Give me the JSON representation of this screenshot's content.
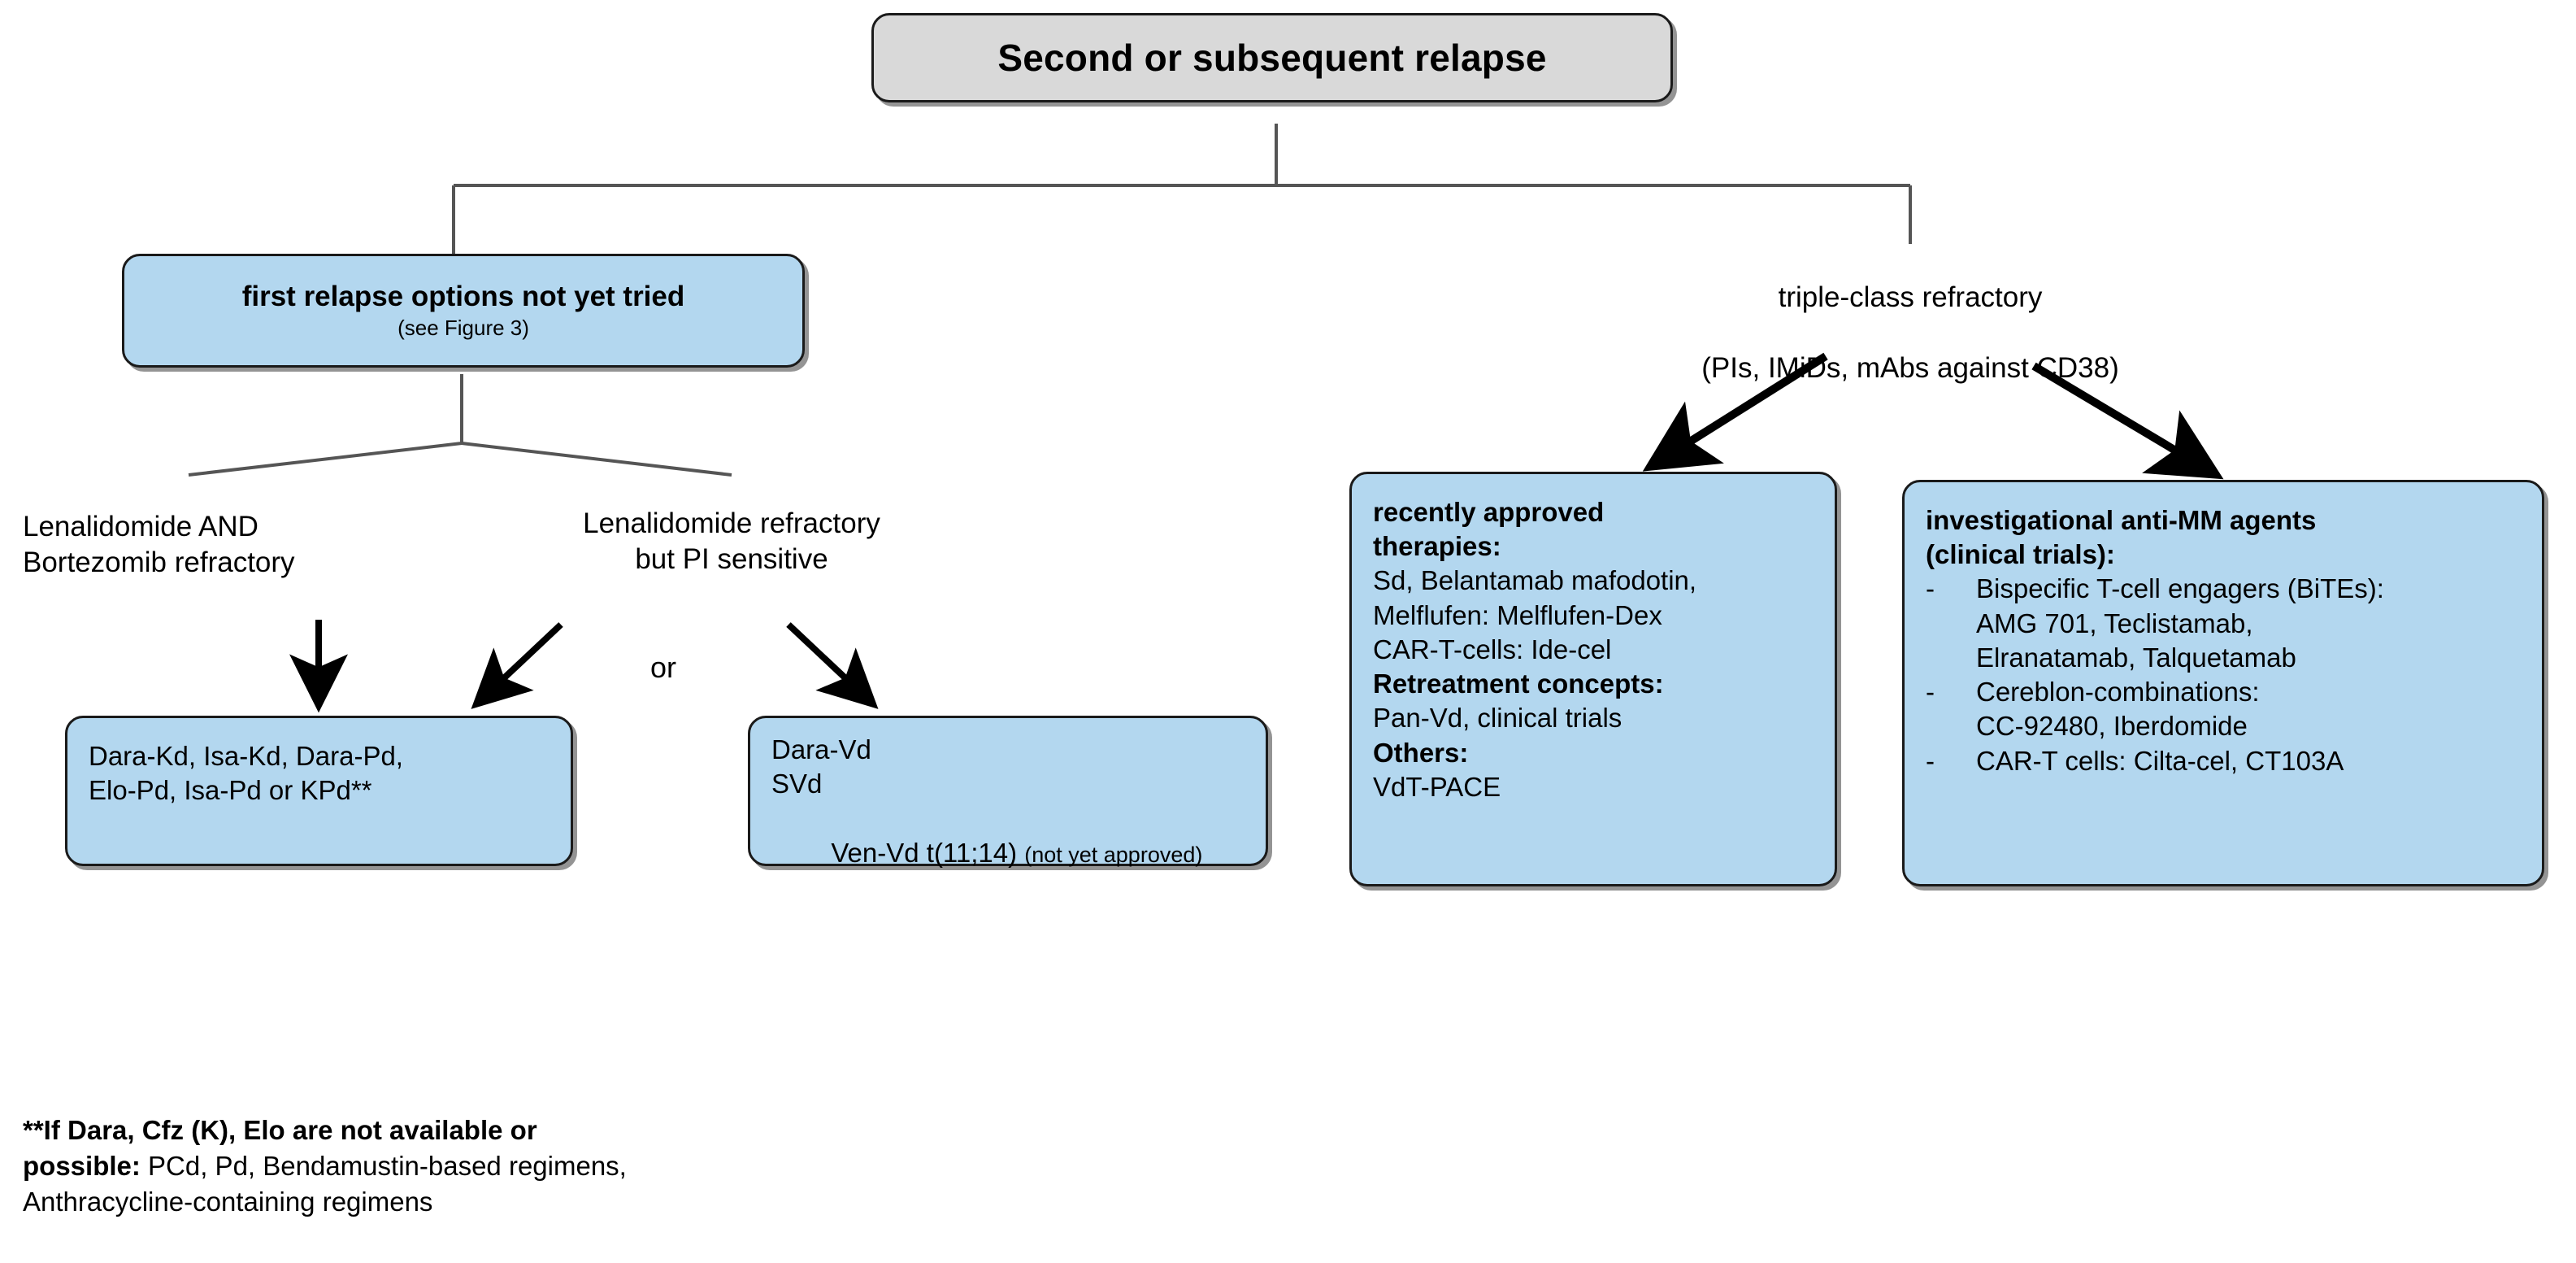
{
  "figure": {
    "title_node": "Second or subsequent relapse",
    "branches": {
      "left": {
        "heading": "first relapse options not yet tried",
        "subtext": "(see Figure 3)"
      },
      "right": {
        "line1": "triple-class refractory",
        "line2": "(PIs, IMiDs, mAbs against CD38)"
      }
    },
    "left_conditions": {
      "condition_a": "Lenalidomide AND\nBortezomib refractory",
      "condition_b": "Lenalidomide refractory\nbut PI sensitive",
      "or_connector": "or"
    },
    "left_outcome_boxes": [
      {
        "name": "dara-kd-options",
        "lines": [
          "Dara-Kd, Isa-Kd, Dara-Pd,",
          "Elo-Pd, Isa-Pd or KPd**"
        ]
      },
      {
        "name": "dara-vd-options",
        "lines": [
          "Dara-Vd",
          "SVd"
        ],
        "last_line_main": "Ven-Vd t(11;14) ",
        "last_line_note": "(not yet approved)"
      }
    ],
    "right_outcome_boxes": {
      "recently_approved": {
        "heading_line1": "recently approved",
        "heading_line2": "therapies:",
        "items": [
          "Sd, Belantamab mafodotin,",
          "Melflufen: Melflufen-Dex",
          "CAR-T-cells: Ide-cel"
        ],
        "subheading_retreatment": "Retreatment concepts:",
        "retreatment_items": [
          "Pan-Vd, clinical trials"
        ],
        "subheading_others": "Others:",
        "others_items": [
          "VdT-PACE"
        ]
      },
      "investigational": {
        "heading_line1": "investigational anti-MM agents",
        "heading_line2": "(clinical trials):",
        "bullets": [
          {
            "marker": "-",
            "text": "Bispecific T-cell engagers (BiTEs):\nAMG 701, Teclistamab,\nElranatamab, Talquetamab"
          },
          {
            "marker": "-",
            "text": "Cereblon-combinations:\nCC-92480, Iberdomide"
          },
          {
            "marker": "-",
            "text": "CAR-T cells: Cilta-cel, CT103A"
          }
        ]
      }
    },
    "footnote": {
      "bold_part": "**If Dara, Cfz (K), Elo are not available or\npossible:",
      "rest_line1": " PCd, Pd, Bendamustin-based regimens,",
      "rest_line2": "Anthracycline-containing regimens"
    },
    "colors": {
      "title_fill": "#d9d9d9",
      "node_fill": "#b3d7ef",
      "node_border": "#1a1a1a",
      "connector_thin": "#555555",
      "arrow_thick": "#000000",
      "text": "#000000"
    }
  }
}
